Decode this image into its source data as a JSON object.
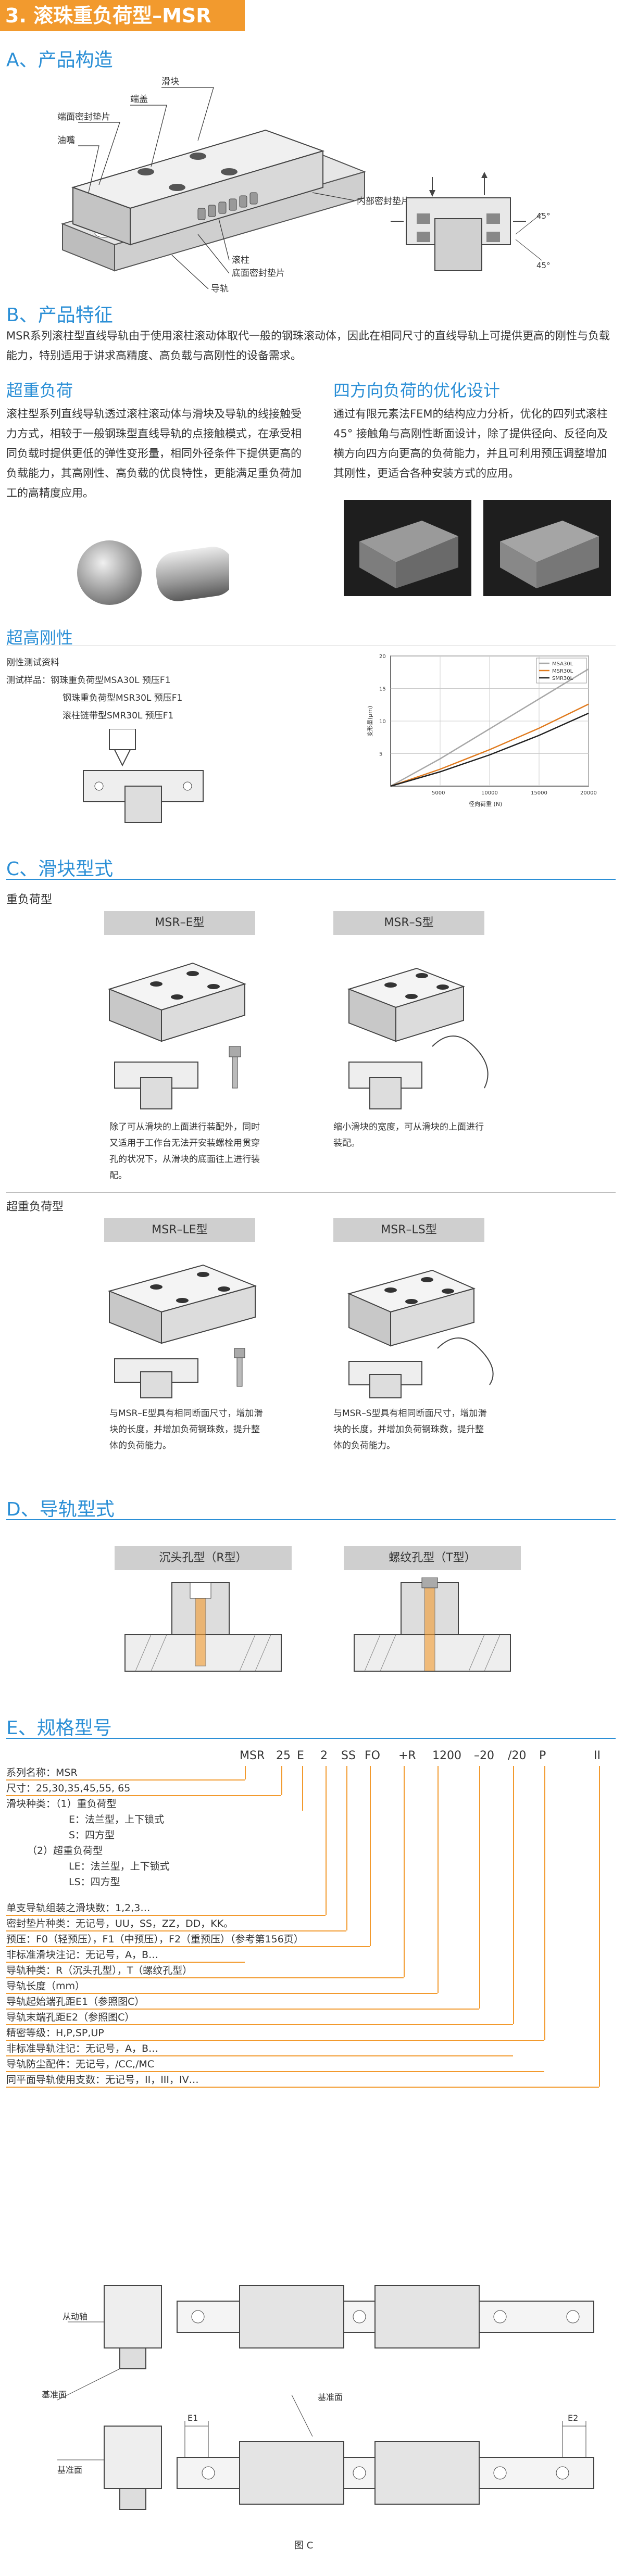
{
  "header": {
    "title": "3. 滚珠重负荷型–MSR"
  },
  "sections": {
    "a": "A、产品构造",
    "b": "B、产品特征",
    "c": "C、滑块型式",
    "d": "D、导轨型式",
    "e": "E、规格型号"
  },
  "construction": {
    "labels": {
      "slider": "滑块",
      "end_cap": "端盖",
      "end_seal": "端面密封垫片",
      "grease": "油嘴",
      "inner_seal": "内部密封垫片",
      "roller": "滚柱",
      "bottom_seal": "底面密封垫片",
      "rail": "导轨"
    },
    "angle1": "45°",
    "angle2": "45°"
  },
  "features": {
    "intro": "MSR系列滚柱型直线导轨由于使用滚柱滚动体取代一般的钢珠滚动体，因此在相同尺寸的直线导轨上可提供更高的刚性与负载能力，特别适用于讲求高精度、高负载与高刚性的设备需求。",
    "heavy_title": "超重负荷",
    "heavy_text": "滚柱型系列直线导轨透过滚柱滚动体与滑块及导轨的线接触受力方式，相较于一般钢珠型直线导轨的点接触模式，在承受相同负载时提供更低的弹性变形量，相同外径条件下提供更高的负载能力，其高刚性、高负载的优良特性，更能满足重负荷加工的高精度应用。",
    "four_title": "四方向负荷的优化设计",
    "four_text": "通过有限元素法FEM的结构应力分析，优化的四列式滚柱45° 接触角与高刚性断面设计，除了提供径向、反径向及横方向四方向更高的负荷能力，并且可利用预压调整增加其刚性，更适合各种安装方式的应用。",
    "rigid_title": "超高刚性",
    "rigid_lines": [
      "刚性测试资料",
      "测试样品：钢珠重负荷型MSA30L  预压F1",
      "钢珠重负荷型MSR30L  预压F1",
      "滚柱链带型SMR30L    预压F1"
    ]
  },
  "chart_data": {
    "type": "line",
    "title": "",
    "xlabel": "径向荷重 (N)",
    "ylabel": "变形量(μm)",
    "xlim": [
      0,
      20000
    ],
    "ylim": [
      0,
      20
    ],
    "x_ticks": [
      "5000",
      "10000",
      "15000",
      "20000"
    ],
    "y_ticks": [
      "5",
      "10",
      "15",
      "20"
    ],
    "grid": true,
    "legend": "top-right",
    "series": [
      {
        "name": "MSA30L",
        "color": "#a8a8a8",
        "x": [
          0,
          5000,
          10000,
          15000,
          20000
        ],
        "y": [
          0,
          4.2,
          8.8,
          13.4,
          18
        ]
      },
      {
        "name": "MSR30L",
        "color": "#e07b1f",
        "x": [
          0,
          5000,
          10000,
          15000,
          20000
        ],
        "y": [
          0,
          2.6,
          5.6,
          8.9,
          12.6
        ]
      },
      {
        "name": "SMR30L",
        "color": "#222222",
        "x": [
          0,
          5000,
          10000,
          15000,
          20000
        ],
        "y": [
          0,
          2.2,
          4.8,
          7.8,
          11.2
        ]
      }
    ]
  },
  "block_types": {
    "heavy_title": "重负荷型",
    "super_title": "超重负荷型",
    "e_label": "MSR–E型",
    "s_label": "MSR–S型",
    "le_label": "MSR–LE型",
    "ls_label": "MSR–LS型",
    "e_text": "除了可从滑块的上面进行装配外，同时又适用于工作台无法开安装螺栓用贯穿孔的状况下，从滑块的底面往上进行装配。",
    "s_text": "缩小滑块的宽度，可从滑块的上面进行装配。",
    "le_text": "与MSR–E型具有相同断面尺寸，增加滑块的长度，并增加负荷钢珠数，提升整体的负荷能力。",
    "ls_text": "与MSR–S型具有相同断面尺寸，增加滑块的长度，并增加负荷钢珠数，提升整体的负荷能力。"
  },
  "rail_types": {
    "r_label": "沉头孔型（R型）",
    "t_label": "螺纹孔型（T型）"
  },
  "spec": {
    "codes": [
      "MSR",
      "25",
      "E",
      "2",
      "SS",
      "FO",
      "+R",
      "1200",
      "–20",
      "/20",
      "P",
      "II"
    ],
    "rows": [
      "系列名称：MSR",
      "尺寸：25,30,35,45,55, 65",
      "滑块种类：（1）重负荷型",
      "E：法兰型，上下锁式",
      "S：四方型",
      "（2）超重负荷型",
      "LE：法兰型，上下锁式",
      "LS：四方型",
      "单支导轨组装之滑块数：1,2,3…",
      "密封垫片种类：无记号，UU，SS，ZZ，DD，KK。",
      "预压：F0（轻预压），F1（中预压），F2（重预压）（参考第156页）",
      "非标准滑块注记：无记号，A，B…",
      "导轨种类：R（沉头孔型），T（螺纹孔型）",
      "导轨长度（mm）",
      "导轨起始端孔距E1（参照图C）",
      "导轨末端孔距E2（参照图C）",
      "精密等级：H,P,SP,UP",
      "非标准导轨注记：无记号，A，B…",
      "导轨防尘配件：无记号，/CC,/MC",
      "同平面导轨使用支数：无记号，II，III，IV…"
    ],
    "fig": {
      "driven_side": "从动轴",
      "ref_side1": "基准面",
      "ref_side2": "基准面",
      "ref_top": "基准面",
      "e1": "E1",
      "e2": "E2",
      "caption": "图 C"
    }
  }
}
